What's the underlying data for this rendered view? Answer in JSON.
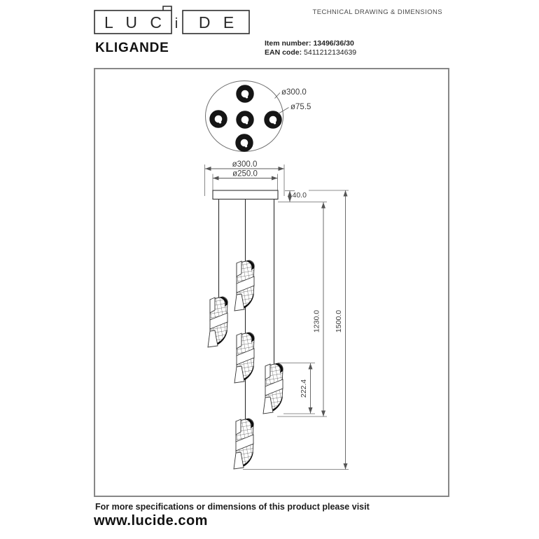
{
  "header": {
    "logo": {
      "left": "L U C",
      "i": "i",
      "right": "D E"
    },
    "doc_title": "TECHNICAL DRAWING & DIMENSIONS",
    "product_name": "KLIGANDE",
    "item_label": "Item number:",
    "item_value": "13496/36/30",
    "ean_label": "EAN code:",
    "ean_value": "5411212134639"
  },
  "drawing": {
    "top_view": {
      "outer_diameter": "ø300.0",
      "shade_diameter": "ø75.5"
    },
    "front_view": {
      "outer_diameter": "ø300.0",
      "canopy_diameter": "ø250.0",
      "canopy_height": "40.0",
      "shade_height": "222.4",
      "min_drop": "1230.0",
      "max_drop": "1500.0"
    }
  },
  "footer": {
    "note": "For more specifications or dimensions of this product please visit",
    "website": "www.lucide.com"
  },
  "colors": {
    "ink": "#1f1f1f",
    "line": "#616161",
    "frame": "#878787",
    "lamp_dark": "#0d0d0d"
  }
}
